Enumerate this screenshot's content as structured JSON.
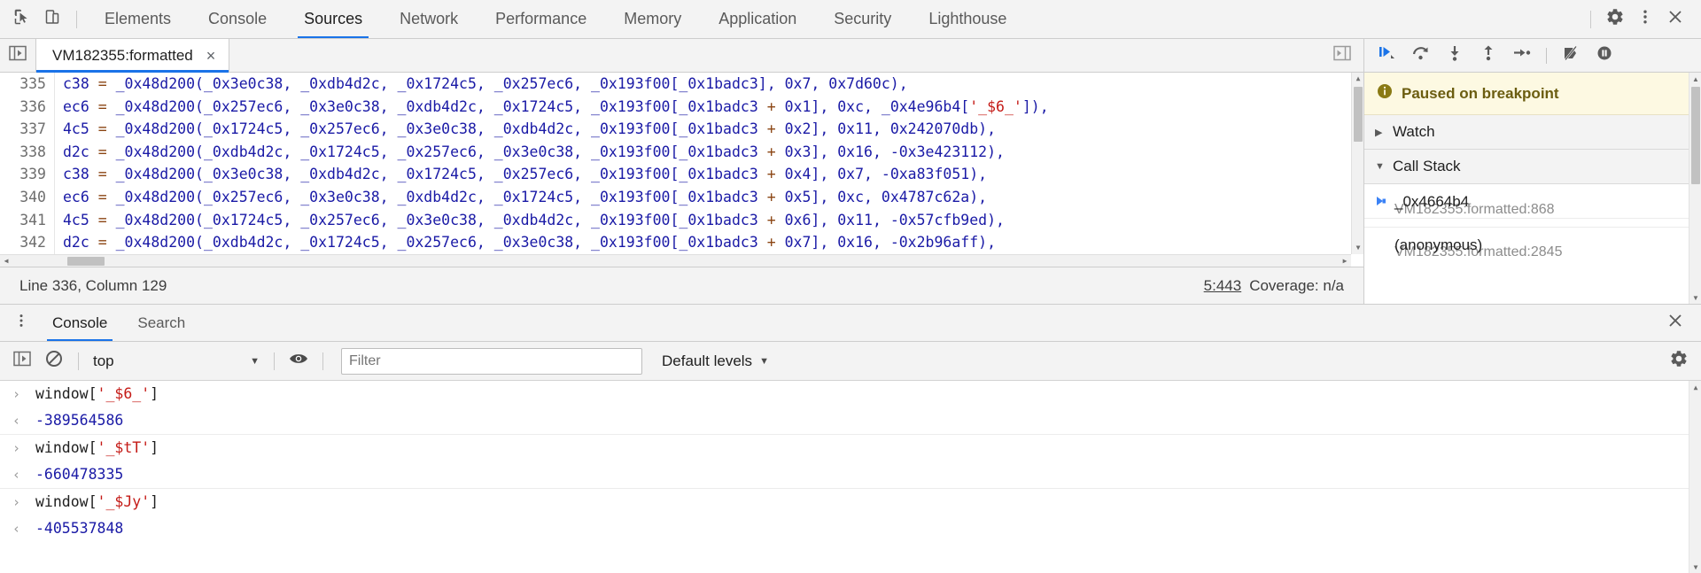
{
  "toolbar": {
    "inspect_icon": "inspect-cursor-icon",
    "device_icon": "device-toolbar-icon",
    "tabs": [
      {
        "label": "Elements",
        "active": false
      },
      {
        "label": "Console",
        "active": false
      },
      {
        "label": "Sources",
        "active": true
      },
      {
        "label": "Network",
        "active": false
      },
      {
        "label": "Performance",
        "active": false
      },
      {
        "label": "Memory",
        "active": false
      },
      {
        "label": "Application",
        "active": false
      },
      {
        "label": "Security",
        "active": false
      },
      {
        "label": "Lighthouse",
        "active": false
      }
    ],
    "settings_icon": "gear-icon",
    "more_icon": "kebab-menu-icon",
    "close_icon": "close-icon"
  },
  "sources": {
    "navigator_toggle_icon": "show-navigator-icon",
    "editor_toggle_icon": "show-debugger-icon",
    "file_tab": {
      "label": "VM182355:formatted",
      "close": "×"
    },
    "code": [
      {
        "number": "335",
        "segments": [
          {
            "t": "c38 ",
            "c": "tok-var"
          },
          {
            "t": "= ",
            "c": "tok-eq"
          },
          {
            "t": "_0x48d200(_0x3e0c38, _0xdb4d2c, _0x1724c5, _0x257ec6, _0x193f00[_0x1badc3], 0x7, 0x7d60c),",
            "c": "tok-plain"
          }
        ]
      },
      {
        "number": "336",
        "segments": [
          {
            "t": "ec6 ",
            "c": "tok-var"
          },
          {
            "t": "= ",
            "c": "tok-eq"
          },
          {
            "t": "_0x48d200(_0x257ec6, _0x3e0c38, _0xdb4d2c, _0x1724c5, _0x193f00[_0x1badc3 ",
            "c": "tok-plain"
          },
          {
            "t": "+ ",
            "c": "tok-op"
          },
          {
            "t": "0x1], 0xc, _0x4e96b4[",
            "c": "tok-plain"
          },
          {
            "t": "'_$6_'",
            "c": "tok-str"
          },
          {
            "t": "]),",
            "c": "tok-plain"
          }
        ]
      },
      {
        "number": "337",
        "segments": [
          {
            "t": "4c5 ",
            "c": "tok-var"
          },
          {
            "t": "= ",
            "c": "tok-eq"
          },
          {
            "t": "_0x48d200(_0x1724c5, _0x257ec6, _0x3e0c38, _0xdb4d2c, _0x193f00[_0x1badc3 ",
            "c": "tok-plain"
          },
          {
            "t": "+ ",
            "c": "tok-op"
          },
          {
            "t": "0x2], 0x11, 0x242070db),",
            "c": "tok-plain"
          }
        ]
      },
      {
        "number": "338",
        "segments": [
          {
            "t": "d2c ",
            "c": "tok-var"
          },
          {
            "t": "= ",
            "c": "tok-eq"
          },
          {
            "t": "_0x48d200(_0xdb4d2c, _0x1724c5, _0x257ec6, _0x3e0c38, _0x193f00[_0x1badc3 ",
            "c": "tok-plain"
          },
          {
            "t": "+ ",
            "c": "tok-op"
          },
          {
            "t": "0x3], 0x16, -0x3e423112),",
            "c": "tok-plain"
          }
        ]
      },
      {
        "number": "339",
        "segments": [
          {
            "t": "c38 ",
            "c": "tok-var"
          },
          {
            "t": "= ",
            "c": "tok-eq"
          },
          {
            "t": "_0x48d200(_0x3e0c38, _0xdb4d2c, _0x1724c5, _0x257ec6, _0x193f00[_0x1badc3 ",
            "c": "tok-plain"
          },
          {
            "t": "+ ",
            "c": "tok-op"
          },
          {
            "t": "0x4], 0x7, -0xa83f051),",
            "c": "tok-plain"
          }
        ]
      },
      {
        "number": "340",
        "segments": [
          {
            "t": "ec6 ",
            "c": "tok-var"
          },
          {
            "t": "= ",
            "c": "tok-eq"
          },
          {
            "t": "_0x48d200(_0x257ec6, _0x3e0c38, _0xdb4d2c, _0x1724c5, _0x193f00[_0x1badc3 ",
            "c": "tok-plain"
          },
          {
            "t": "+ ",
            "c": "tok-op"
          },
          {
            "t": "0x5], 0xc, 0x4787c62a),",
            "c": "tok-plain"
          }
        ]
      },
      {
        "number": "341",
        "segments": [
          {
            "t": "4c5 ",
            "c": "tok-var"
          },
          {
            "t": "= ",
            "c": "tok-eq"
          },
          {
            "t": "_0x48d200(_0x1724c5, _0x257ec6, _0x3e0c38, _0xdb4d2c, _0x193f00[_0x1badc3 ",
            "c": "tok-plain"
          },
          {
            "t": "+ ",
            "c": "tok-op"
          },
          {
            "t": "0x6], 0x11, -0x57cfb9ed),",
            "c": "tok-plain"
          }
        ]
      },
      {
        "number": "342",
        "segments": [
          {
            "t": "d2c ",
            "c": "tok-var"
          },
          {
            "t": "= ",
            "c": "tok-eq"
          },
          {
            "t": "_0x48d200(_0xdb4d2c, _0x1724c5, _0x257ec6, _0x3e0c38, _0x193f00[_0x1badc3 ",
            "c": "tok-plain"
          },
          {
            "t": "+ ",
            "c": "tok-op"
          },
          {
            "t": "0x7], 0x16, -0x2b96aff),",
            "c": "tok-plain"
          }
        ]
      }
    ],
    "status": {
      "position": "Line 336, Column 129",
      "coverage_link": "5:443",
      "coverage": "Coverage: n/a"
    }
  },
  "debugger": {
    "buttons": [
      {
        "name": "resume-script-execution",
        "icon": "resume-icon"
      },
      {
        "name": "step-over-next-function-call",
        "icon": "step-over-icon"
      },
      {
        "name": "step-into-next-function-call",
        "icon": "step-into-icon"
      },
      {
        "name": "step-out-of-current-function",
        "icon": "step-out-icon"
      },
      {
        "name": "step",
        "icon": "step-icon"
      },
      {
        "name": "deactivate-breakpoints",
        "icon": "deactivate-breakpoints-icon"
      },
      {
        "name": "pause-on-exceptions",
        "icon": "pause-on-exceptions-icon"
      }
    ],
    "paused_banner": {
      "icon": "info-icon",
      "text": "Paused on breakpoint"
    },
    "sections": [
      {
        "label": "Watch",
        "expanded": false,
        "arrow": "▶"
      },
      {
        "label": "Call Stack",
        "expanded": true,
        "arrow": "▼"
      }
    ],
    "call_stack": [
      {
        "name": "_0x4664b4",
        "location": "VM182355:formatted:868",
        "selected": true
      },
      {
        "name": "(anonymous)",
        "location": "VM182355:formatted:2845",
        "selected": false
      }
    ]
  },
  "drawer": {
    "menu_icon": "kebab-menu-icon",
    "tabs": [
      {
        "label": "Console",
        "active": true
      },
      {
        "label": "Search",
        "active": false
      }
    ],
    "close_icon": "close-icon",
    "console_toolbar": {
      "sidebar_toggle_icon": "console-sidebar-icon",
      "clear_icon": "clear-console-icon",
      "context": "top",
      "context_caret": "▼",
      "eye_icon": "live-expression-icon",
      "filter_placeholder": "Filter",
      "filter_value": "",
      "levels": "Default levels",
      "levels_caret": "▼",
      "settings_icon": "gear-icon"
    },
    "entries": [
      {
        "type": "input",
        "marker": "›",
        "prefix": "window[",
        "str": "'_$6_'",
        "suffix": "]"
      },
      {
        "type": "output",
        "marker": "‹",
        "value": "-389564586"
      },
      {
        "type": "input",
        "marker": "›",
        "prefix": "window[",
        "str": "'_$tT'",
        "suffix": "]"
      },
      {
        "type": "output",
        "marker": "‹",
        "value": "-660478335"
      },
      {
        "type": "input",
        "marker": "›",
        "prefix": "window[",
        "str": "'_$Jy'",
        "suffix": "]"
      },
      {
        "type": "output",
        "marker": "‹",
        "value": "-405537848"
      }
    ]
  },
  "colors": {
    "accent": "#1a73e8",
    "toolbar_bg": "#f3f3f3",
    "paused_bg": "#fdf9e2",
    "string_red": "#c41a16",
    "code_blue": "#1a1aa6",
    "operator_brown": "#8b4513"
  }
}
